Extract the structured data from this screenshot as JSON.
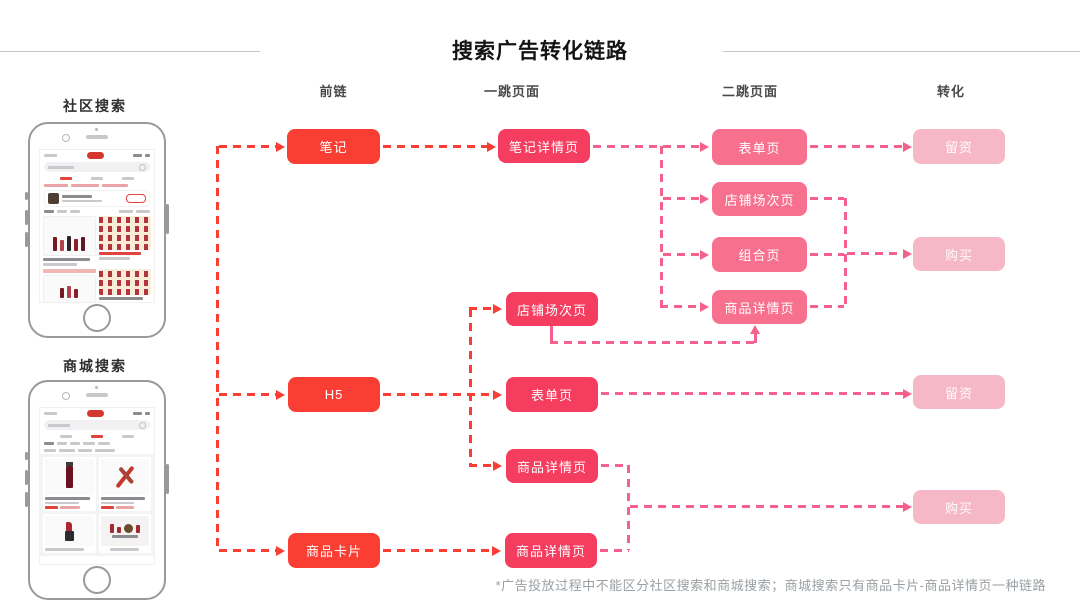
{
  "title": "搜索广告转化链路",
  "column_headers": [
    "前链",
    "一跳页面",
    "二跳页面",
    "转化"
  ],
  "sidebar": {
    "community_label": "社区搜索",
    "mall_label": "商城搜索"
  },
  "nodes": {
    "biji": "笔记",
    "biji_detail": "笔记详情页",
    "form_pink": "表单页",
    "liuzi_top": "留资",
    "shop_session_pink": "店铺场次页",
    "zuhe": "组合页",
    "buy_top": "购买",
    "product_detail_pink": "商品详情页",
    "shop_session_red": "店铺场次页",
    "h5": "H5",
    "form_red": "表单页",
    "liuzi_bottom": "留资",
    "product_detail_red_upper": "商品详情页",
    "buy_bottom": "购买",
    "card": "商品卡片",
    "product_detail_red_lower": "商品详情页"
  },
  "footnote": "*广告投放过程中不能区分社区搜索和商城搜索；商城搜索只有商品卡片-商品详情页一种链路",
  "colors": {
    "front_chain_red": "#FA3E33",
    "first_jump_red": "#F43D5F",
    "second_jump_pink": "#F7718F",
    "conversion_light_pink": "#F6B8C7",
    "arrow_red": "#FA3E33",
    "arrow_pink": "#F5618C"
  }
}
